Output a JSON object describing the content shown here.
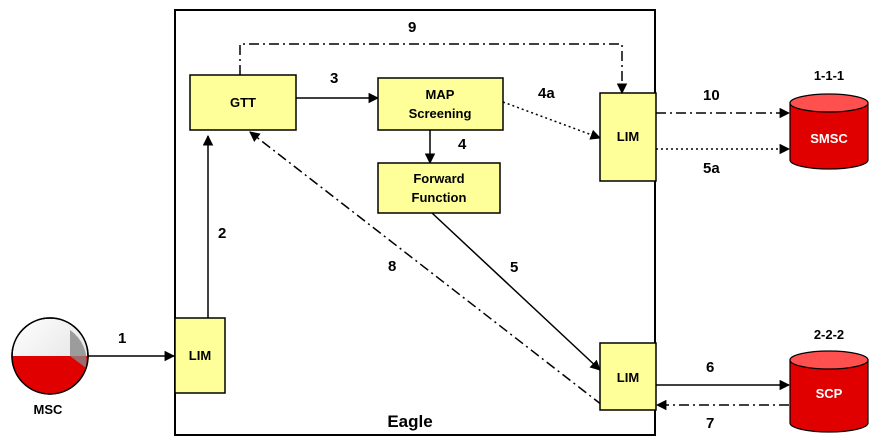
{
  "container": {
    "label": "Eagle"
  },
  "nodes": {
    "gtt": "GTT",
    "map_screening": [
      "MAP",
      "Screening"
    ],
    "forward_function": [
      "Forward",
      "Function"
    ],
    "lim_left": "LIM",
    "lim_top_right": "LIM",
    "lim_bottom_right": "LIM",
    "msc": "MSC",
    "smsc": {
      "label": "SMSC",
      "address": "1-1-1"
    },
    "scp": {
      "label": "SCP",
      "address": "2-2-2"
    }
  },
  "edges": {
    "e1": "1",
    "e2": "2",
    "e3": "3",
    "e4": "4",
    "e4a": "4a",
    "e5": "5",
    "e5a": "5a",
    "e6": "6",
    "e7": "7",
    "e8": "8",
    "e9": "9",
    "e10": "10"
  },
  "colors": {
    "box_fill": "#ffff99",
    "cylinder_red": "#e00000",
    "line": "#000000"
  }
}
